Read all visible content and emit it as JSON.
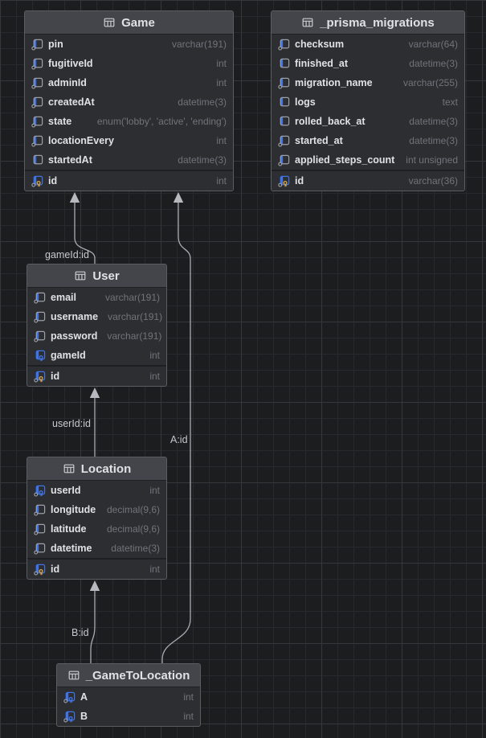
{
  "colors": {
    "canvas_background": "#1c1d1f",
    "grid_line": "#28292c",
    "table_header_background": "#43454a",
    "table_body_background": "#2c2e31",
    "field_name_text": "#dfe1e5",
    "field_type_text": "#70747b",
    "relationship_line": "#a9acb0",
    "accent_blue": "#3f74e8",
    "primary_key_gold": "#d9a43b"
  },
  "tables": [
    {
      "name": "Game",
      "header_icon": "table-icon",
      "fields": [
        {
          "name": "pin",
          "type": "varchar(191)",
          "icon": "column-required-icon"
        },
        {
          "name": "fugitiveId",
          "type": "int",
          "icon": "column-required-icon"
        },
        {
          "name": "adminId",
          "type": "int",
          "icon": "column-required-icon"
        },
        {
          "name": "createdAt",
          "type": "datetime(3)",
          "icon": "column-required-icon"
        },
        {
          "name": "state",
          "type": "enum('lobby', 'active', 'ending')",
          "icon": "column-required-icon"
        },
        {
          "name": "locationEvery",
          "type": "int",
          "icon": "column-required-icon"
        },
        {
          "name": "startedAt",
          "type": "datetime(3)",
          "icon": "column-icon"
        }
      ],
      "key_fields": [
        {
          "name": "id",
          "type": "int",
          "icon": "primary-key-icon"
        }
      ]
    },
    {
      "name": "_prisma_migrations",
      "header_icon": "table-icon",
      "fields": [
        {
          "name": "checksum",
          "type": "varchar(64)",
          "icon": "column-required-icon"
        },
        {
          "name": "finished_at",
          "type": "datetime(3)",
          "icon": "column-icon"
        },
        {
          "name": "migration_name",
          "type": "varchar(255)",
          "icon": "column-required-icon"
        },
        {
          "name": "logs",
          "type": "text",
          "icon": "column-icon"
        },
        {
          "name": "rolled_back_at",
          "type": "datetime(3)",
          "icon": "column-icon"
        },
        {
          "name": "started_at",
          "type": "datetime(3)",
          "icon": "column-required-icon"
        },
        {
          "name": "applied_steps_count",
          "type": "int unsigned",
          "icon": "column-required-icon"
        }
      ],
      "key_fields": [
        {
          "name": "id",
          "type": "varchar(36)",
          "icon": "primary-key-icon"
        }
      ]
    },
    {
      "name": "User",
      "header_icon": "table-icon",
      "fields": [
        {
          "name": "email",
          "type": "varchar(191)",
          "icon": "column-required-icon"
        },
        {
          "name": "username",
          "type": "varchar(191)",
          "icon": "column-required-icon"
        },
        {
          "name": "password",
          "type": "varchar(191)",
          "icon": "column-required-icon"
        },
        {
          "name": "gameId",
          "type": "int",
          "icon": "foreign-key-icon"
        }
      ],
      "key_fields": [
        {
          "name": "id",
          "type": "int",
          "icon": "primary-key-icon"
        }
      ]
    },
    {
      "name": "Location",
      "header_icon": "table-icon",
      "fields": [
        {
          "name": "userId",
          "type": "int",
          "icon": "foreign-key-required-icon"
        },
        {
          "name": "longitude",
          "type": "decimal(9,6)",
          "icon": "column-required-icon"
        },
        {
          "name": "latitude",
          "type": "decimal(9,6)",
          "icon": "column-required-icon"
        },
        {
          "name": "datetime",
          "type": "datetime(3)",
          "icon": "column-required-icon"
        }
      ],
      "key_fields": [
        {
          "name": "id",
          "type": "int",
          "icon": "primary-key-icon"
        }
      ]
    },
    {
      "name": "_GameToLocation",
      "header_icon": "table-icon",
      "fields": [
        {
          "name": "A",
          "type": "int",
          "icon": "foreign-key-required-icon"
        },
        {
          "name": "B",
          "type": "int",
          "icon": "foreign-key-required-icon"
        }
      ],
      "key_fields": []
    }
  ],
  "relationships": [
    {
      "label": "gameId:id",
      "from": "User",
      "to": "Game"
    },
    {
      "label": "userId:id",
      "from": "Location",
      "to": "User"
    },
    {
      "label": "A:id",
      "from": "_GameToLocation",
      "to": "Game"
    },
    {
      "label": "B:id",
      "from": "_GameToLocation",
      "to": "Location"
    }
  ]
}
